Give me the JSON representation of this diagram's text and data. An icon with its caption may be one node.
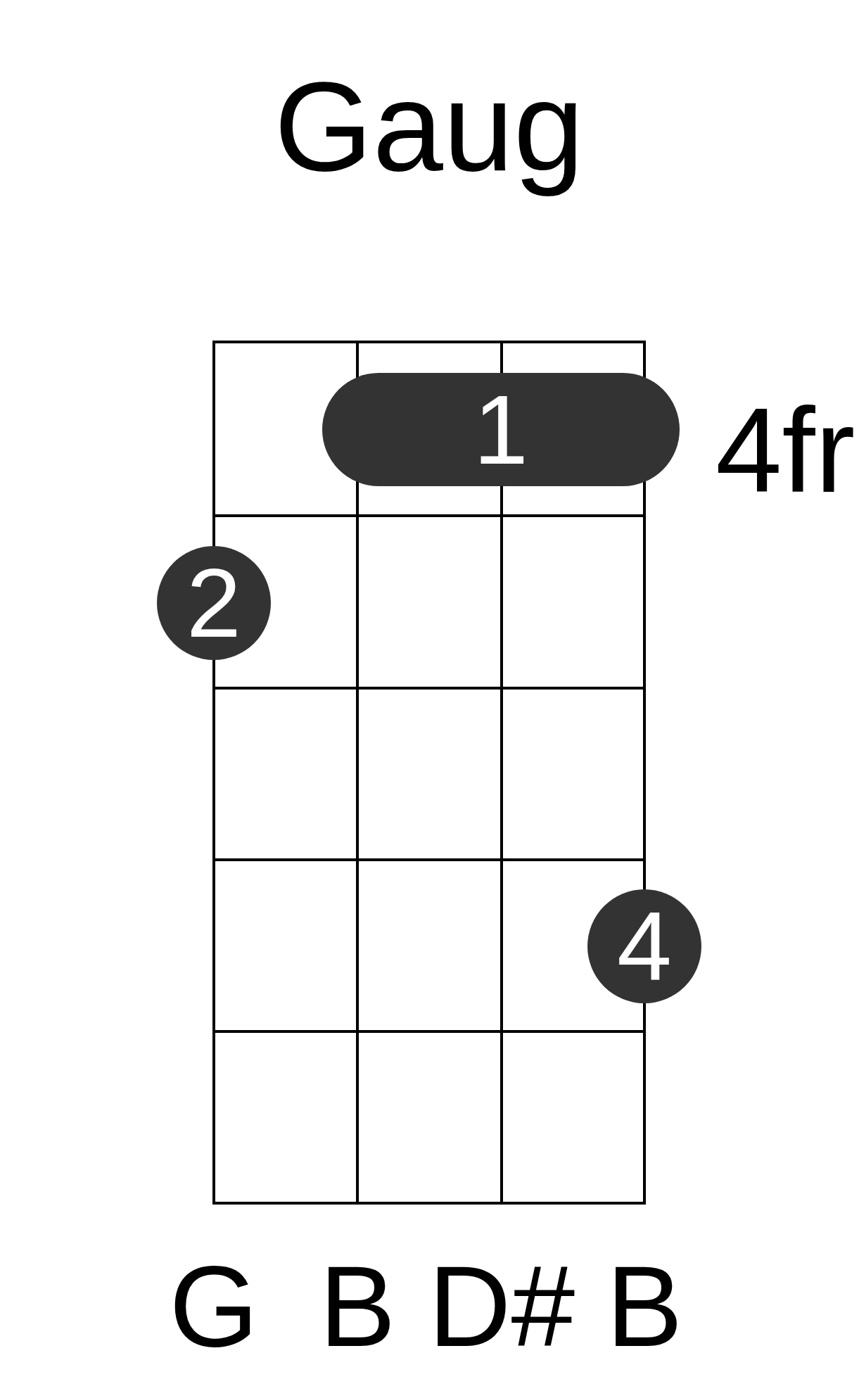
{
  "diagram": {
    "title": "Gaug",
    "nodes": [
      {
        "text": [
          "1"
        ]
      },
      {
        "text": [
          "2"
        ]
      },
      {
        "text": [
          "4"
        ]
      }
    ],
    "labels": [
      "4fr",
      "G",
      "B",
      "D#",
      "B"
    ]
  }
}
